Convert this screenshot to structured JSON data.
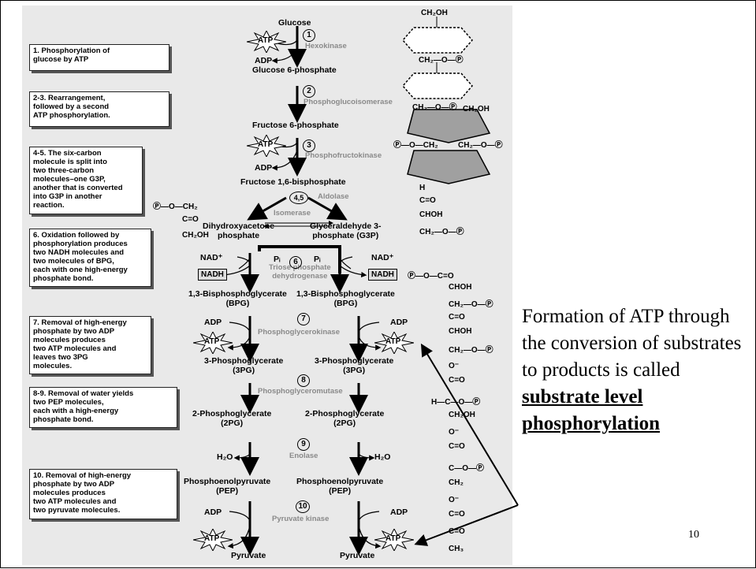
{
  "steps": [
    "1. Phosphorylation of\nglucose by ATP",
    "2-3. Rearrangement,\nfollowed by a second\nATP phosphorylation.",
    "4-5. The six-carbon\nmolecule is split into\ntwo three-carbon\nmolecules–one G3P,\nanother that is converted\ninto G3P in another\nreaction.",
    "6. Oxidation followed by\nphosphorylation produces\ntwo NADH molecules and\ntwo molecules of BPG,\neach with one high-energy\nphosphate bond.",
    "7. Removal of high-energy\nphosphate by two ADP\nmolecules produces\ntwo ATP molecules and\nleaves two 3PG\nmolecules.",
    "8-9. Removal of water yields\ntwo PEP molecules,\neach with a high-energy\nphosphate bond.",
    "10. Removal of high-energy\nphosphate by two ADP\nmolecules produces\ntwo ATP molecules and\ntwo pyruvate molecules."
  ],
  "molecules": {
    "glucose": "Glucose",
    "g6p": "Glucose 6-phosphate",
    "f6p": "Fructose 6-phosphate",
    "f16bp": "Fructose 1,6-bisphosphate",
    "dhap": "Dihydroxyacetone\nphosphate",
    "g3p": "Glyceraldehyde 3-\nphosphate (G3P)",
    "bpg_left": "1,3-Bisphosphoglycerate\n(BPG)",
    "bpg_right": "1,3-Bisphosphoglycerate\n(BPG)",
    "pg3_left": "3-Phosphoglycerate\n(3PG)",
    "pg3_right": "3-Phosphoglycerate\n(3PG)",
    "pg2_left": "2-Phosphoglycerate\n(2PG)",
    "pg2_right": "2-Phosphoglycerate\n(2PG)",
    "pep_left": "Phosphoenolpyruvate\n(PEP)",
    "pep_right": "Phosphoenolpyruvate\n(PEP)",
    "pyr_left": "Pyruvate",
    "pyr_right": "Pyruvate"
  },
  "enzymes": {
    "e1": "Hexokinase",
    "e2": "Phosphoglucoisomerase",
    "e3": "Phosphofructokinase",
    "e4": "Aldolase",
    "e5": "Isomerase",
    "e6": "Triose phosphate\ndehydrogenase",
    "e7": "Phosphoglycerokinase",
    "e8": "Phosphoglyceromutase",
    "e9": "Enolase",
    "e10": "Pyruvate kinase"
  },
  "step_numbers": [
    "1",
    "2",
    "3",
    "4,5",
    "6",
    "7",
    "8",
    "9",
    "10"
  ],
  "cofactors": {
    "atp": "ATP",
    "adp": "ADP",
    "nad": "NAD⁺",
    "nadh": "NADH",
    "pi": "Pᵢ",
    "h2o": "H₂O"
  },
  "structures": {
    "ch2oh": "CH₂OH",
    "ch2op": "CH₂—O—Ⓟ",
    "p_o_ch2": "Ⓟ—O—CH₂",
    "h": "H",
    "c_o": "C=O",
    "choh": "CHOH",
    "o_minus": "O⁻",
    "c_o_p": "C—O—Ⓟ",
    "h_c_o_p": "H—C—O—Ⓟ",
    "ch2": "CH₂",
    "ch3": "CH₃",
    "p_o_c_o": "Ⓟ—O—C=O"
  },
  "caption": {
    "text": "Formation of ATP through the conversion of substrates to products is called",
    "keyword": "substrate level phosphorylation"
  },
  "page_number": "10",
  "colors": {
    "panel": "#e9e9e9",
    "enzyme_text": "#8a8a8a",
    "ring_fill": "#9a9a9a",
    "arrow": "#000000"
  }
}
